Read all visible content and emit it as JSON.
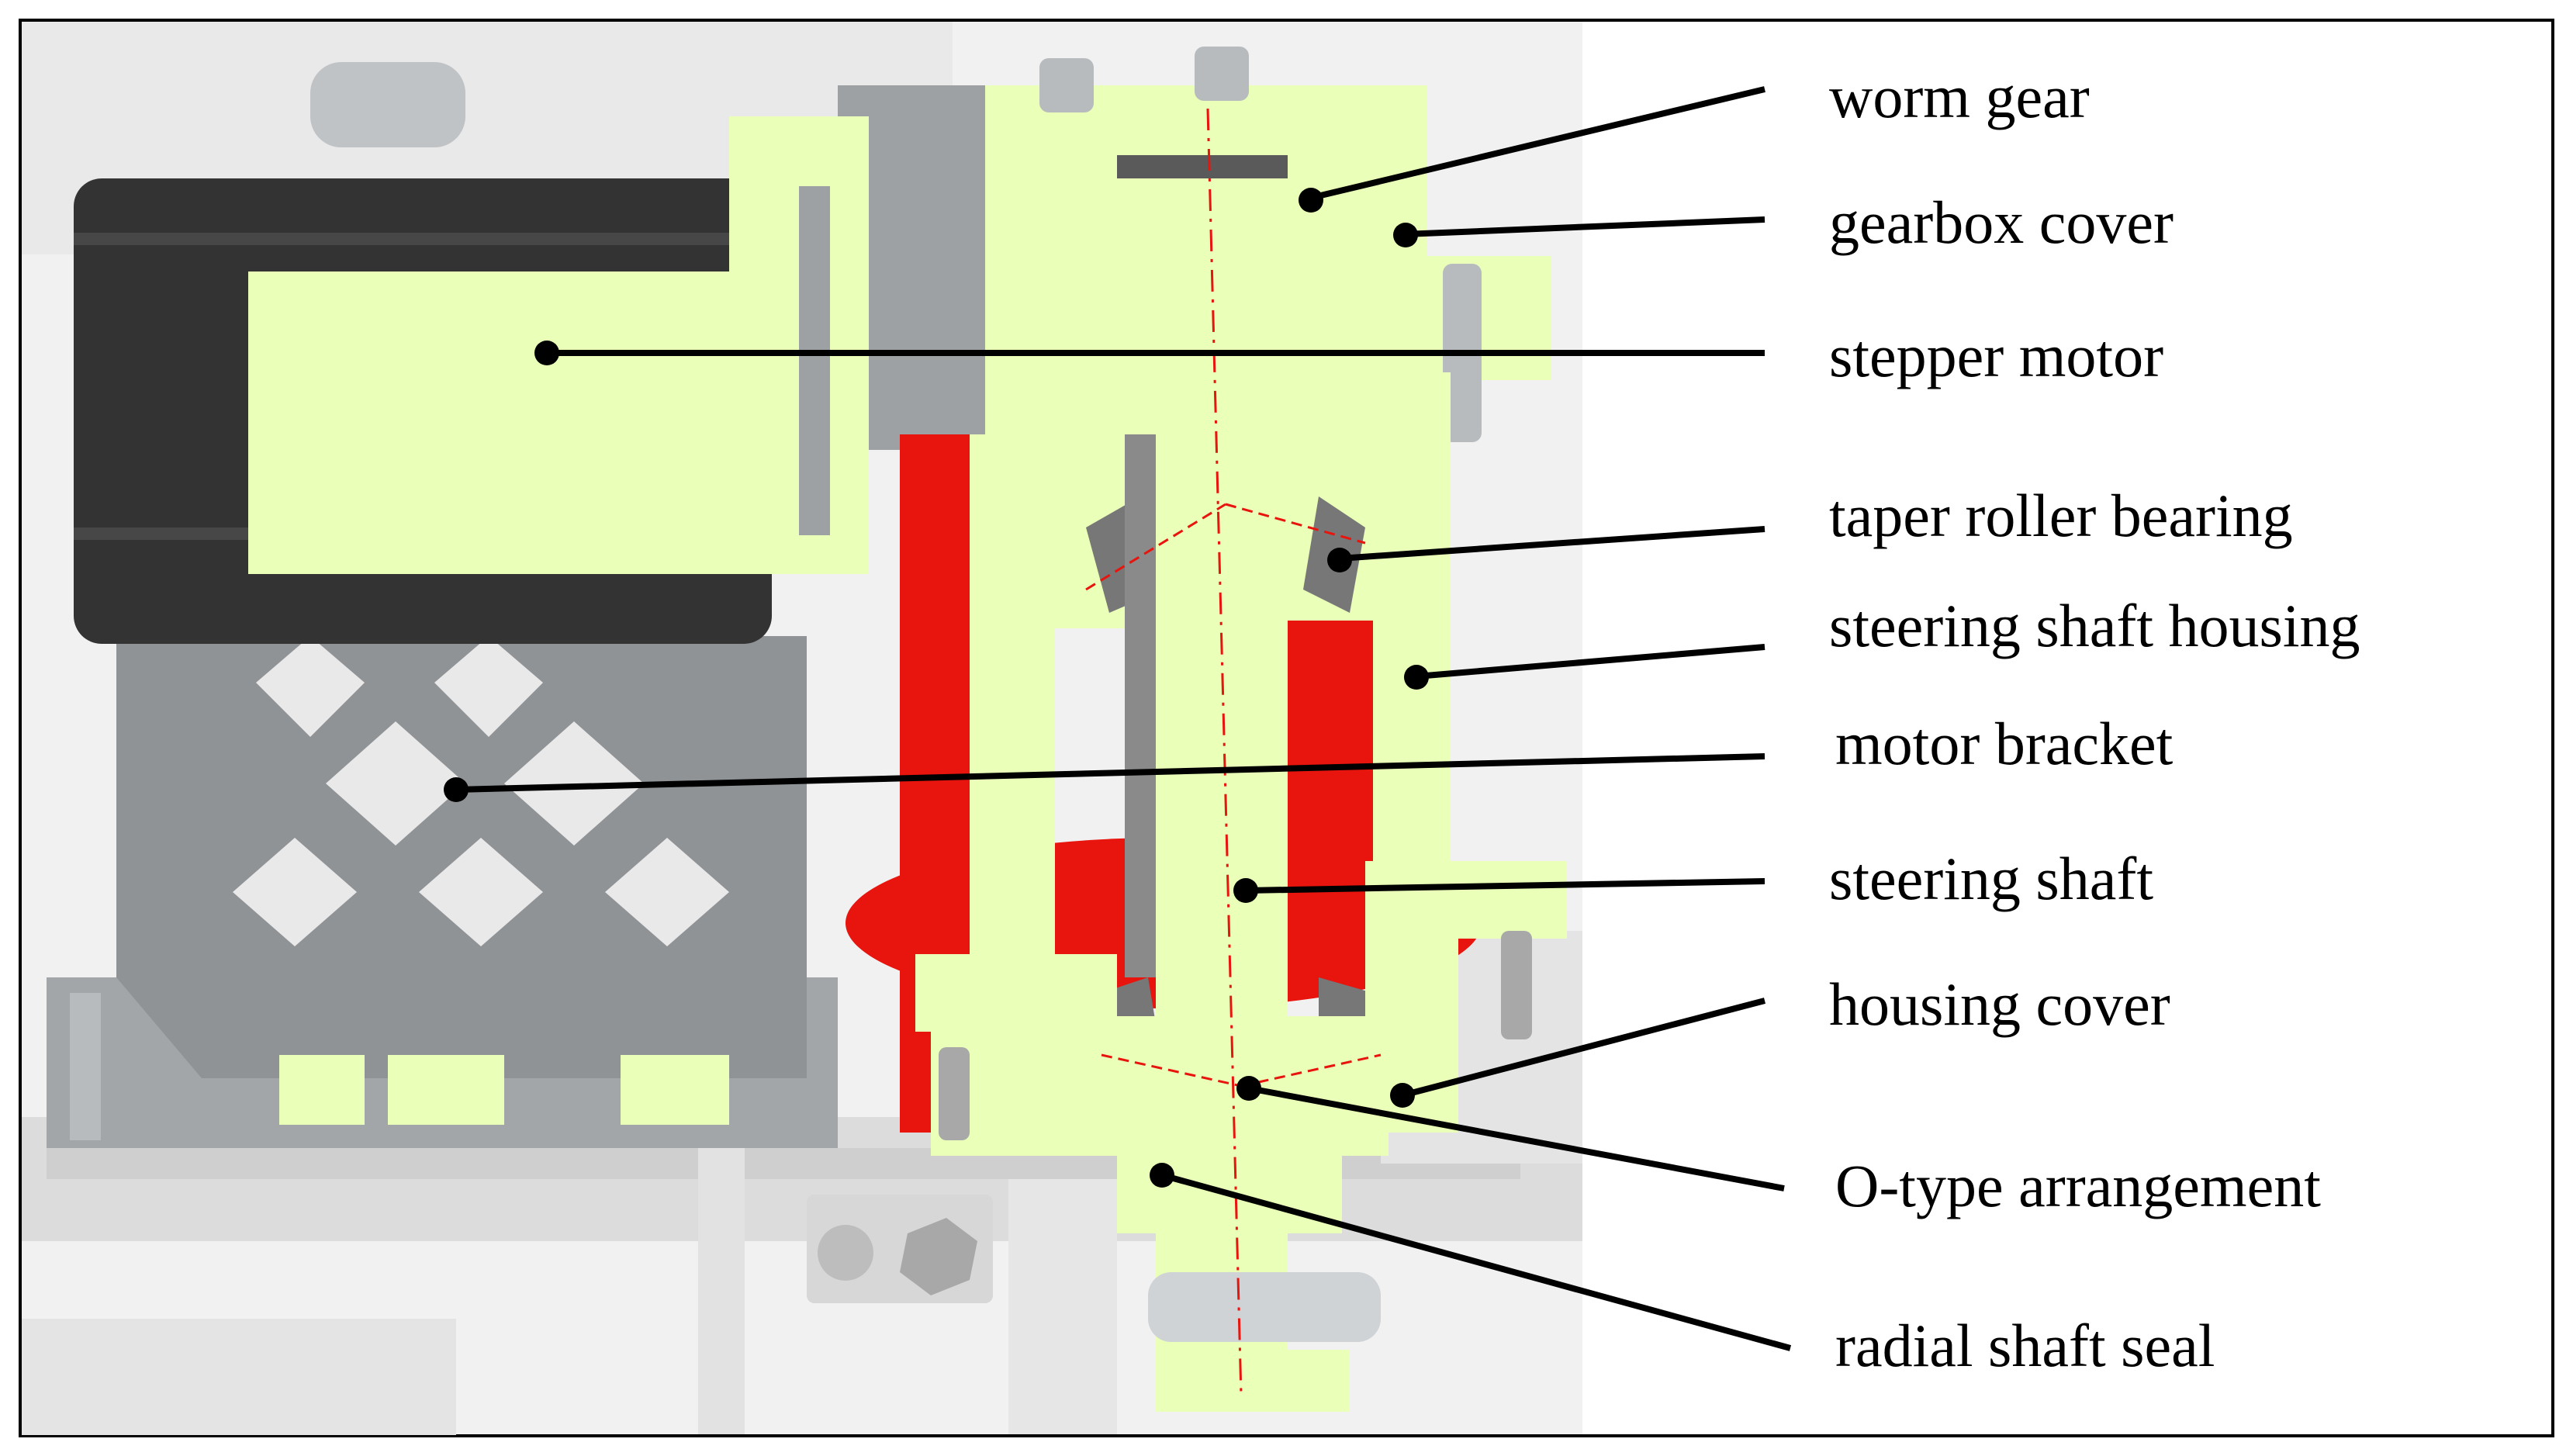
{
  "colors": {
    "section_fill": "#eaffb8",
    "cut_red": "#e8140e",
    "motor_black": "#333333",
    "bracket_grey": "#8f9396",
    "background_grey": "#dcdcdc",
    "leader_line": "#000000"
  },
  "labels": [
    {
      "id": "worm-gear",
      "text": "worm gear"
    },
    {
      "id": "gearbox-cover",
      "text": "gearbox cover"
    },
    {
      "id": "stepper-motor",
      "text": "stepper motor"
    },
    {
      "id": "taper-roller-bearing",
      "text": "taper roller bearing"
    },
    {
      "id": "steering-shaft-housing",
      "text": "steering shaft housing"
    },
    {
      "id": "motor-bracket",
      "text": "motor bracket"
    },
    {
      "id": "steering-shaft",
      "text": "steering shaft"
    },
    {
      "id": "housing-cover",
      "text": "housing cover"
    },
    {
      "id": "o-type-arrangement",
      "text": "O-type arrangement"
    },
    {
      "id": "radial-shaft-seal",
      "text": "radial shaft seal"
    }
  ]
}
